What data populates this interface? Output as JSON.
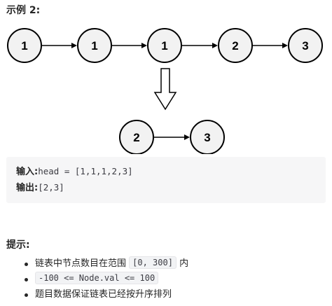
{
  "example": {
    "heading": "示例 2:"
  },
  "diagram": {
    "input_list": [
      "1",
      "1",
      "1",
      "2",
      "3"
    ],
    "output_list": [
      "2",
      "3"
    ]
  },
  "io": {
    "input_label": "输入:",
    "input_value": "head = [1,1,1,2,3]",
    "output_label": "输出:",
    "output_value": "[2,3]"
  },
  "hints": {
    "heading": "提示:",
    "items": [
      {
        "before": "链表中节点数目在范围 ",
        "code": "[0, 300]",
        "after": " 内"
      },
      {
        "before": "",
        "code": "-100 <= Node.val <= 100",
        "after": ""
      },
      {
        "before": "题目数据保证链表已经按升序排列",
        "code": "",
        "after": ""
      }
    ]
  },
  "colors": {
    "node_fill": "#f2f2f2",
    "io_background": "#f6f6f7"
  }
}
